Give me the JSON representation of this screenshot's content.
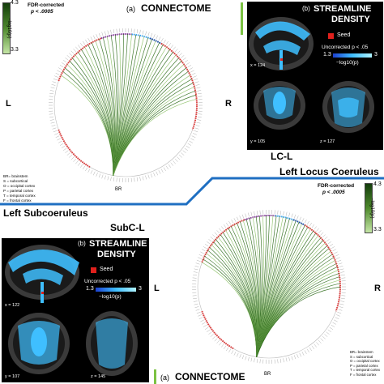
{
  "top": {
    "fdr_label": "FDR-corrected",
    "fdr_p": "p < .0005",
    "colorbar_max": "4.3",
    "colorbar_min": "3.3",
    "colorbar_label": "−log10(p)",
    "panel_a_letter": "(a)",
    "panel_a_title": "CONNECTOME",
    "panel_b_letter": "(b)",
    "panel_b_title_line1": "STREAMLINE",
    "panel_b_title_line2": "DENSITY",
    "seed_label": "Seed",
    "uncorrected_label": "Uncorrected p < .05",
    "density_min": "1.3",
    "density_max": "3",
    "density_label": "−log10(p)",
    "slice_x": "x = 124",
    "slice_y": "y = 105",
    "slice_z": "z = 127",
    "hemisphere_left": "L",
    "hemisphere_right": "R",
    "bottom_label": "BR",
    "seed_name": "LC-L",
    "seed_full": "Left Locus Coeruleus"
  },
  "bottom": {
    "seed_full": "Left Subcoeruleus",
    "seed_name": "SubC-L",
    "panel_b_letter": "(b)",
    "panel_b_title_line1": "STREAMLINE",
    "panel_b_title_line2": "DENSITY",
    "seed_label": "Seed",
    "uncorrected_label": "Uncorrected p < .05",
    "density_min": "1.3",
    "density_max": "3",
    "density_label": "−log10(p)",
    "slice_x": "x = 122",
    "slice_y": "y = 107",
    "slice_z": "z = 145",
    "fdr_label": "FDR-corrected",
    "fdr_p": "p < .0005",
    "colorbar_max": "4.3",
    "colorbar_min": "3.3",
    "colorbar_label": "−log10(p)",
    "panel_a_letter": "(a)",
    "panel_a_title": "CONNECTOME",
    "hemisphere_left": "L",
    "hemisphere_right": "R",
    "bottom_label": "BR"
  },
  "legend": {
    "lines": [
      "BR= brainstem",
      "S = subcortical",
      "O = occipital cortex",
      "P = parietal cortex",
      "T = temporal cortex",
      "F = frontal cortex"
    ]
  },
  "colors": {
    "connection": "#2e6b1a",
    "connection_light": "#8fc26a",
    "density": "#3fbfff",
    "seed": "#e0201c",
    "brainstem": "#e03a3a",
    "subcortical": "#8a3fa0",
    "occipital": "#3fa9f5",
    "parietal": "#1c4fb0",
    "divider": "#1f6fc2"
  }
}
